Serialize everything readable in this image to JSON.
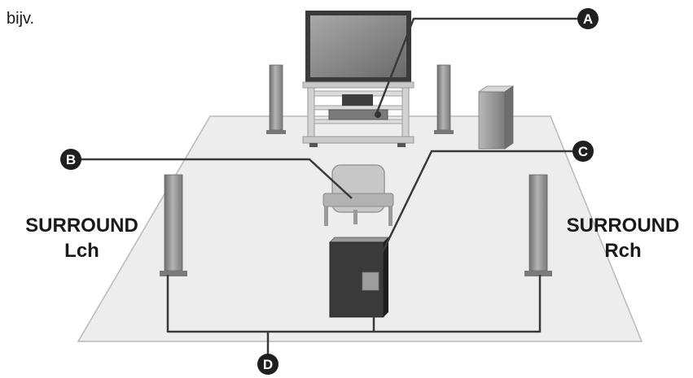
{
  "note": "bijv.",
  "labels": {
    "surround_left": {
      "line1": "SURROUND",
      "line2": "Lch"
    },
    "surround_right": {
      "line1": "SURROUND",
      "line2": "Rch"
    }
  },
  "callouts": {
    "a": "A",
    "b": "B",
    "c": "C",
    "d": "D"
  },
  "colors": {
    "floor": "#ededed",
    "floor_edge": "#b8b8b8",
    "speaker": "#8e8e8e",
    "subwoofer": "#3a3a3a",
    "badge": "#1f1f1f",
    "line": "#3a3a3a"
  }
}
